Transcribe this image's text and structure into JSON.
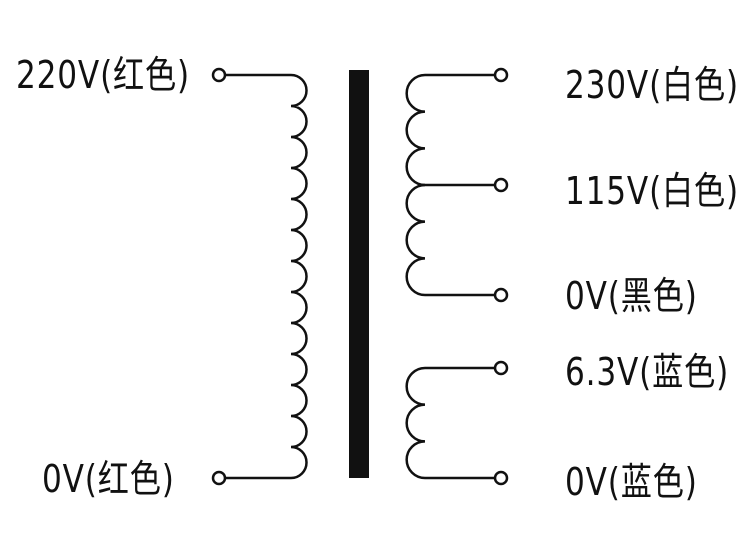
{
  "primary": {
    "top_label": "220V(红色)",
    "bottom_label": "0V(红色)"
  },
  "secondary_high": {
    "top_label": "230V(白色)",
    "tap_label": "115V(白色)",
    "bottom_label": "0V(黑色)"
  },
  "secondary_low": {
    "top_label": "6.3V(蓝色)",
    "bottom_label": "0V(蓝色)"
  },
  "colors": {
    "wire": "#111111",
    "core": "#111111"
  }
}
